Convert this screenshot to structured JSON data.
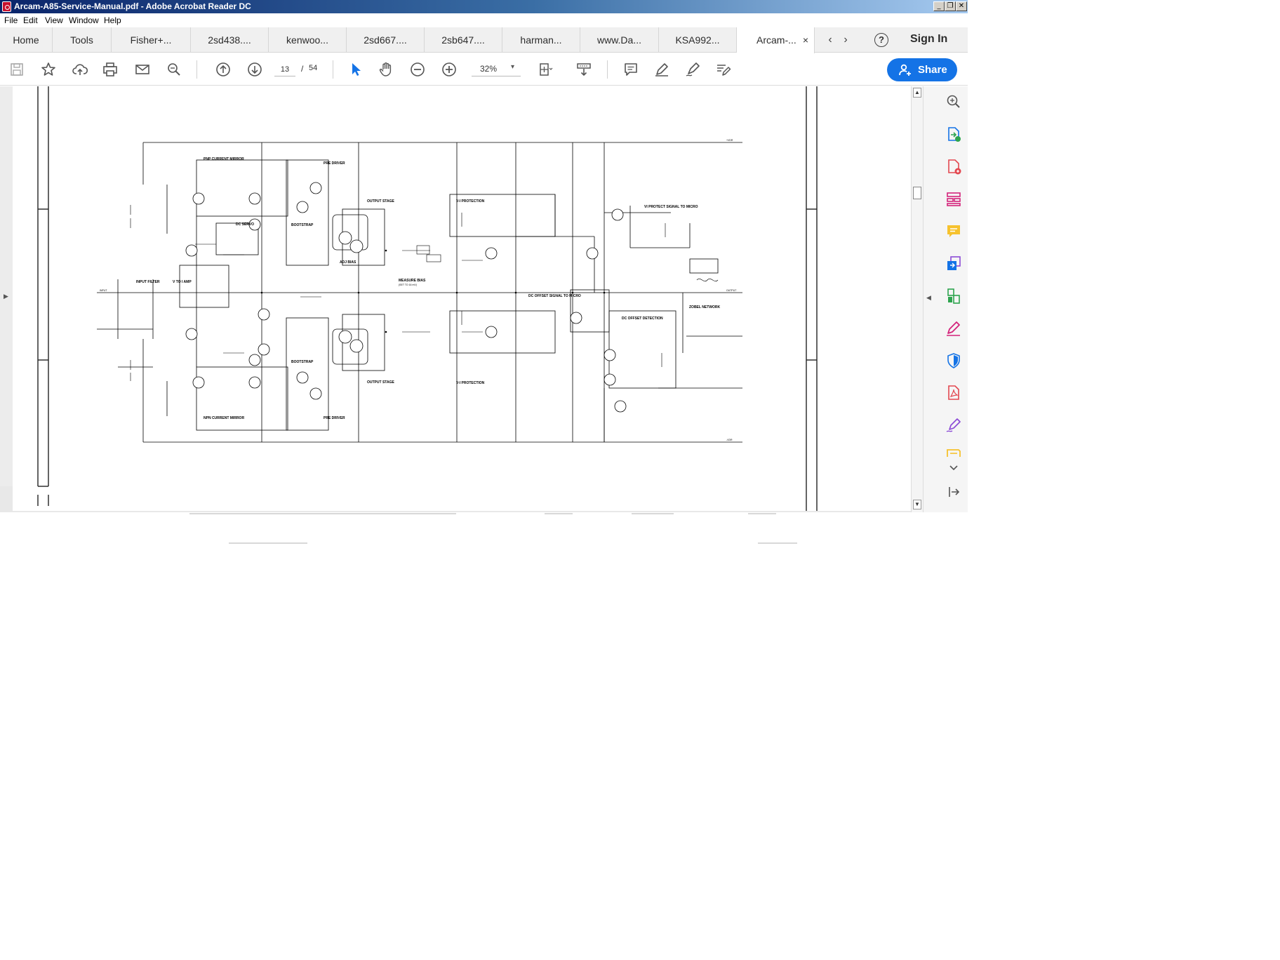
{
  "window": {
    "title": "Arcam-A85-Service-Manual.pdf - Adobe Acrobat Reader DC",
    "controls": [
      "_",
      "❐",
      "✕"
    ]
  },
  "menu": [
    "File",
    "Edit",
    "View",
    "Window",
    "Help"
  ],
  "tabs": {
    "home": "Home",
    "tools": "Tools",
    "documents": [
      "Fisher+...",
      "2sd438....",
      "kenwoo...",
      "2sd667....",
      "2sb647....",
      "harman...",
      "www.Da...",
      "KSA992...",
      "Arcam-..."
    ],
    "active_index": 8,
    "close_glyph": "×",
    "prev_glyph": "‹",
    "next_glyph": "›"
  },
  "header_right": {
    "help": "?",
    "sign_in": "Sign In"
  },
  "toolbar": {
    "page_current": "13",
    "page_separator": "/",
    "page_total": "54",
    "zoom": "32%",
    "zoom_caret": "▾",
    "share_label": "Share",
    "icons": [
      "save-icon",
      "bookmark-star-icon",
      "cloud-upload-icon",
      "print-icon",
      "email-icon",
      "zoom-search-icon",
      "page-up-icon",
      "page-down-icon",
      "select-arrow-icon",
      "hand-icon",
      "zoom-out-icon",
      "zoom-in-icon",
      "fit-page-icon",
      "scroll-mode-icon",
      "comment-icon",
      "highlight-pen-icon",
      "fill-sign-icon",
      "edit-sign-icon"
    ]
  },
  "right_panel": {
    "icons": [
      "search-zoom-icon",
      "export-pdf-icon",
      "create-pdf-icon",
      "organize-pages-icon",
      "comment-icon",
      "combine-files-icon",
      "compress-pdf-icon",
      "edit-pdf-icon",
      "protect-icon",
      "acrobat-pdf-icon",
      "fill-sign-icon",
      "sticky-note-icon",
      "chevron-down-icon",
      "collapse-panel-icon"
    ],
    "colors": {
      "blue": "#1473e6",
      "red": "#e34850",
      "pink": "#d4237b",
      "yellow": "#f6c22e",
      "green": "#2da44e",
      "purple": "#8c4bd6"
    }
  },
  "scrollbar": {
    "up": "▲",
    "down": "▼"
  },
  "side_toggles": {
    "left": "▶",
    "right": "◀"
  },
  "schematic": {
    "labels": {
      "pnp_mirror": "PNP CURRENT MIRROR",
      "npn_mirror": "NPN CURRENT MIRROR",
      "pre_driver_top": "PRE DRIVER",
      "pre_driver_bottom": "PRE DRIVER",
      "dc_servo": "DC SERVO",
      "bootstrap_top": "BOOTSTRAP",
      "bootstrap_bottom": "BOOTSTRAP",
      "output_stage_top": "OUTPUT STAGE",
      "output_stage_bottom": "OUTPUT STAGE",
      "vi_protection_top": "V-I PROTECTION",
      "vi_protection_bottom": "V-I PROTECTION",
      "input_filter": "INPUT FILTER",
      "v_to_i": "V TO I AMP",
      "adj_bias": "ADJ BIAS",
      "measure_bias": "MEASURE BIAS",
      "measure_bias_note": "(SET TO 16 mV)",
      "dc_offset_signal": "DC OFFSET SIGNAL TO MICRO",
      "dc_offset_detection": "DC OFFSET DETECTION",
      "vi_protect_signal": "VI PROTECT SIGNAL TO MICRO",
      "zobel": "ZOBEL NETWORK"
    },
    "nets": {
      "top_rail": "+VDR",
      "bottom_rail": "-VDR",
      "input": "INPUT",
      "output": "OUTPUT"
    },
    "colors": {
      "ink": "#000000",
      "frame": "#222222"
    }
  },
  "accent": "#1473e6"
}
